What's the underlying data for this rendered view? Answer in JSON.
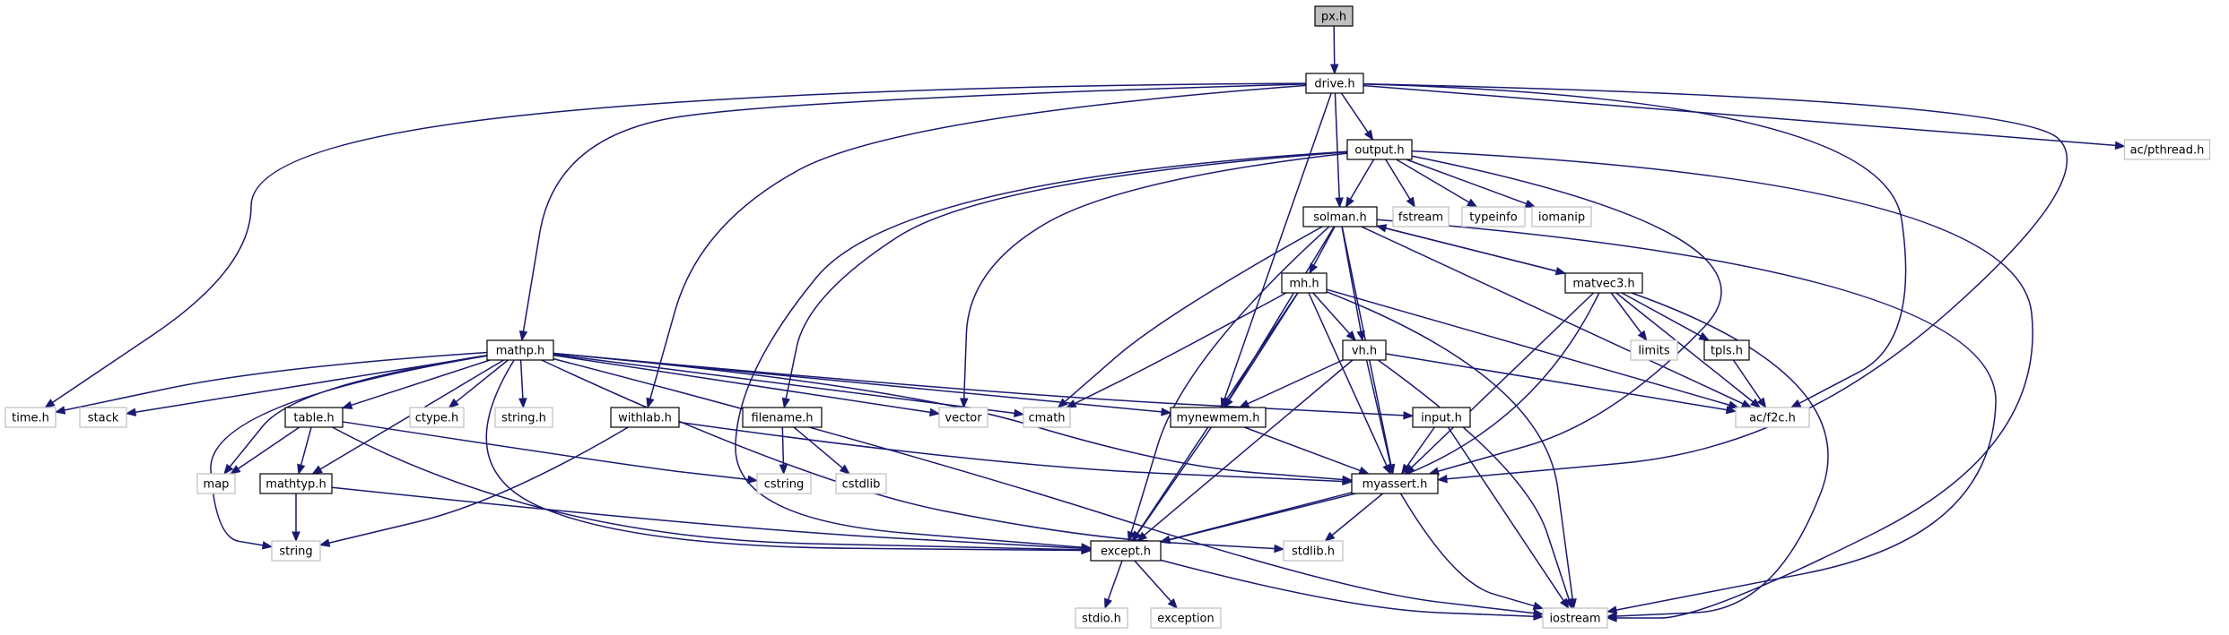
{
  "diagram": {
    "colors": {
      "edge": "#191970",
      "root_fill": "#bfbfbf",
      "border_dark": "#000000",
      "border_light": "#bfbfbf",
      "fill": "#ffffff"
    },
    "nodes": [
      {
        "id": "px_h",
        "label": "px.h",
        "style": "root"
      },
      {
        "id": "drive_h",
        "label": "drive.h",
        "style": "local"
      },
      {
        "id": "output_h",
        "label": "output.h",
        "style": "local"
      },
      {
        "id": "ac_pthread_h",
        "label": "ac/pthread.h",
        "style": "system"
      },
      {
        "id": "solman_h",
        "label": "solman.h",
        "style": "local"
      },
      {
        "id": "fstream",
        "label": "fstream",
        "style": "system"
      },
      {
        "id": "typeinfo",
        "label": "typeinfo",
        "style": "system"
      },
      {
        "id": "iomanip",
        "label": "iomanip",
        "style": "system"
      },
      {
        "id": "mh_h",
        "label": "mh.h",
        "style": "local"
      },
      {
        "id": "matvec3_h",
        "label": "matvec3.h",
        "style": "local"
      },
      {
        "id": "vh_h",
        "label": "vh.h",
        "style": "local"
      },
      {
        "id": "limits",
        "label": "limits",
        "style": "system"
      },
      {
        "id": "tpls_h",
        "label": "tpls.h",
        "style": "local"
      },
      {
        "id": "mathp_h",
        "label": "mathp.h",
        "style": "local"
      },
      {
        "id": "time_h",
        "label": "time.h",
        "style": "system"
      },
      {
        "id": "stack",
        "label": "stack",
        "style": "system"
      },
      {
        "id": "table_h",
        "label": "table.h",
        "style": "local"
      },
      {
        "id": "ctype_h",
        "label": "ctype.h",
        "style": "system"
      },
      {
        "id": "string_h",
        "label": "string.h",
        "style": "system"
      },
      {
        "id": "withlab_h",
        "label": "withlab.h",
        "style": "local"
      },
      {
        "id": "filename_h",
        "label": "filename.h",
        "style": "local"
      },
      {
        "id": "vector",
        "label": "vector",
        "style": "system"
      },
      {
        "id": "cmath",
        "label": "cmath",
        "style": "system"
      },
      {
        "id": "mynewmem_h",
        "label": "mynewmem.h",
        "style": "local"
      },
      {
        "id": "input_h",
        "label": "input.h",
        "style": "local"
      },
      {
        "id": "ac_f2c_h",
        "label": "ac/f2c.h",
        "style": "system"
      },
      {
        "id": "map",
        "label": "map",
        "style": "system"
      },
      {
        "id": "mathtyp_h",
        "label": "mathtyp.h",
        "style": "local"
      },
      {
        "id": "cstring",
        "label": "cstring",
        "style": "system"
      },
      {
        "id": "cstdlib",
        "label": "cstdlib",
        "style": "system"
      },
      {
        "id": "myassert_h",
        "label": "myassert.h",
        "style": "local"
      },
      {
        "id": "string",
        "label": "string",
        "style": "system"
      },
      {
        "id": "except_h",
        "label": "except.h",
        "style": "local"
      },
      {
        "id": "stdlib_h",
        "label": "stdlib.h",
        "style": "system"
      },
      {
        "id": "stdio_h",
        "label": "stdio.h",
        "style": "system"
      },
      {
        "id": "exception",
        "label": "exception",
        "style": "system"
      },
      {
        "id": "iostream",
        "label": "iostream",
        "style": "system"
      }
    ],
    "edges": [
      [
        "px_h",
        "drive_h"
      ],
      [
        "drive_h",
        "output_h"
      ],
      [
        "drive_h",
        "solman_h"
      ],
      [
        "drive_h",
        "ac_pthread_h"
      ],
      [
        "drive_h",
        "mathp_h"
      ],
      [
        "drive_h",
        "withlab_h"
      ],
      [
        "drive_h",
        "time_h"
      ],
      [
        "drive_h",
        "mynewmem_h"
      ],
      [
        "drive_h",
        "ac_f2c_h"
      ],
      [
        "drive_h",
        "myassert_h"
      ],
      [
        "output_h",
        "solman_h"
      ],
      [
        "output_h",
        "fstream"
      ],
      [
        "output_h",
        "typeinfo"
      ],
      [
        "output_h",
        "iomanip"
      ],
      [
        "output_h",
        "vector"
      ],
      [
        "output_h",
        "filename_h"
      ],
      [
        "output_h",
        "except_h"
      ],
      [
        "output_h",
        "myassert_h"
      ],
      [
        "output_h",
        "iostream"
      ],
      [
        "solman_h",
        "mh_h"
      ],
      [
        "solman_h",
        "matvec3_h"
      ],
      [
        "solman_h",
        "vh_h"
      ],
      [
        "solman_h",
        "mynewmem_h"
      ],
      [
        "solman_h",
        "cmath"
      ],
      [
        "solman_h",
        "ac_f2c_h"
      ],
      [
        "solman_h",
        "except_h"
      ],
      [
        "solman_h",
        "myassert_h"
      ],
      [
        "solman_h",
        "iostream"
      ],
      [
        "matvec3_h",
        "solman_h"
      ],
      [
        "matvec3_h",
        "limits"
      ],
      [
        "matvec3_h",
        "tpls_h"
      ],
      [
        "matvec3_h",
        "ac_f2c_h"
      ],
      [
        "matvec3_h",
        "myassert_h"
      ],
      [
        "matvec3_h",
        "except_h"
      ],
      [
        "matvec3_h",
        "iostream"
      ],
      [
        "tpls_h",
        "ac_f2c_h"
      ],
      [
        "mh_h",
        "vh_h"
      ],
      [
        "mh_h",
        "cmath"
      ],
      [
        "mh_h",
        "mynewmem_h"
      ],
      [
        "mh_h",
        "myassert_h"
      ],
      [
        "mh_h",
        "except_h"
      ],
      [
        "mh_h",
        "ac_f2c_h"
      ],
      [
        "mh_h",
        "iostream"
      ],
      [
        "vh_h",
        "mynewmem_h"
      ],
      [
        "vh_h",
        "myassert_h"
      ],
      [
        "vh_h",
        "except_h"
      ],
      [
        "vh_h",
        "ac_f2c_h"
      ],
      [
        "vh_h",
        "iostream"
      ],
      [
        "mathp_h",
        "time_h"
      ],
      [
        "mathp_h",
        "stack"
      ],
      [
        "mathp_h",
        "table_h"
      ],
      [
        "mathp_h",
        "ctype_h"
      ],
      [
        "mathp_h",
        "string_h"
      ],
      [
        "mathp_h",
        "vector"
      ],
      [
        "mathp_h",
        "cmath"
      ],
      [
        "mathp_h",
        "mynewmem_h"
      ],
      [
        "mathp_h",
        "input_h"
      ],
      [
        "mathp_h",
        "map"
      ],
      [
        "mathp_h",
        "mathtyp_h"
      ],
      [
        "mathp_h",
        "string"
      ],
      [
        "mathp_h",
        "except_h"
      ],
      [
        "mathp_h",
        "myassert_h"
      ],
      [
        "mathp_h",
        "stdlib_h"
      ],
      [
        "mathp_h",
        "iostream"
      ],
      [
        "table_h",
        "map"
      ],
      [
        "table_h",
        "mathtyp_h"
      ],
      [
        "table_h",
        "cstring"
      ],
      [
        "table_h",
        "except_h"
      ],
      [
        "withlab_h",
        "myassert_h"
      ],
      [
        "withlab_h",
        "string"
      ],
      [
        "filename_h",
        "cstring"
      ],
      [
        "filename_h",
        "cstdlib"
      ],
      [
        "mynewmem_h",
        "myassert_h"
      ],
      [
        "mynewmem_h",
        "except_h"
      ],
      [
        "input_h",
        "myassert_h"
      ],
      [
        "input_h",
        "iostream"
      ],
      [
        "mathtyp_h",
        "string"
      ],
      [
        "mathtyp_h",
        "except_h"
      ],
      [
        "myassert_h",
        "except_h"
      ],
      [
        "myassert_h",
        "stdlib_h"
      ],
      [
        "myassert_h",
        "iostream"
      ],
      [
        "except_h",
        "stdio_h"
      ],
      [
        "except_h",
        "exception"
      ],
      [
        "except_h",
        "iostream"
      ]
    ]
  }
}
